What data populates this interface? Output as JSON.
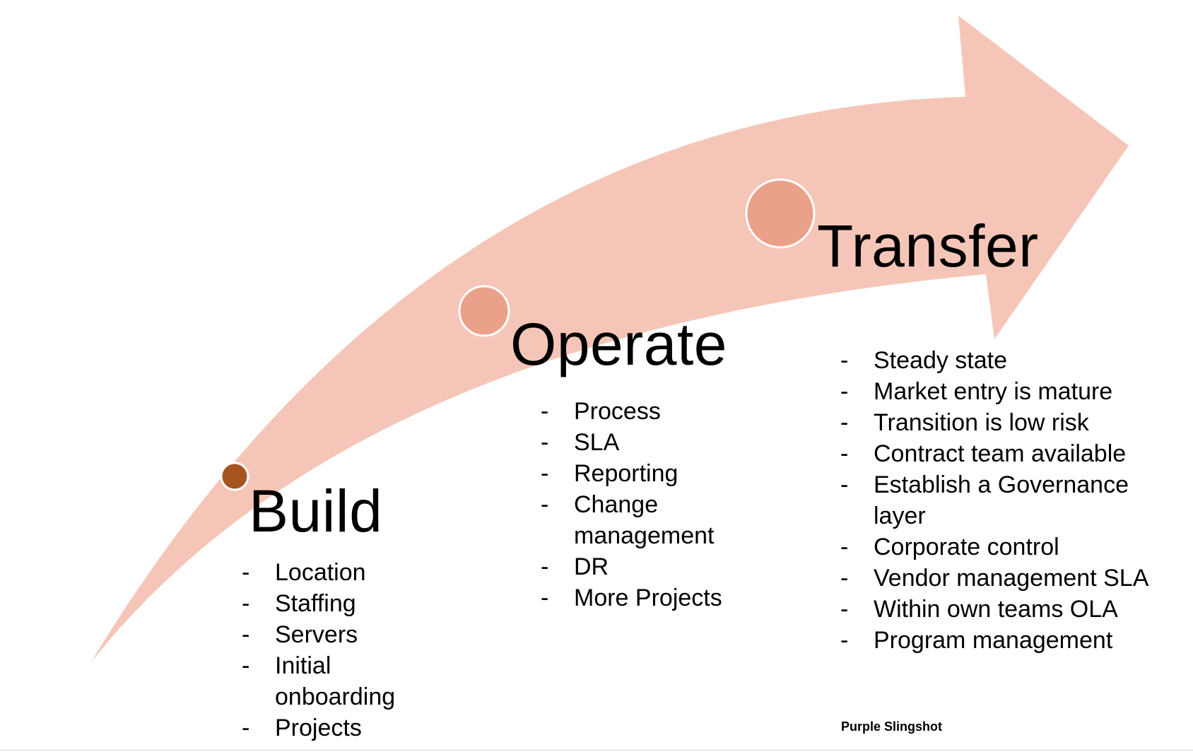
{
  "colors": {
    "arrow": "#f5c6b8",
    "dot_build": "#a65420",
    "dot_operate": "#eba189",
    "dot_transfer": "#eba189",
    "dot_outline": "#ffffff"
  },
  "phases": [
    {
      "title": "Build",
      "items": [
        "Location",
        "Staffing",
        "Servers",
        "Initial onboarding",
        "Projects"
      ]
    },
    {
      "title": "Operate",
      "items": [
        "Process",
        "SLA",
        "Reporting",
        "Change management",
        "DR",
        "More Projects"
      ]
    },
    {
      "title": "Transfer",
      "items": [
        "Steady state",
        "Market entry is mature",
        "Transition is low risk",
        "Contract team available",
        "Establish a Governance layer",
        "Corporate control",
        "Vendor management SLA",
        "Within own teams OLA",
        "Program management"
      ]
    }
  ],
  "footer": {
    "brand": "Purple Slingshot"
  }
}
